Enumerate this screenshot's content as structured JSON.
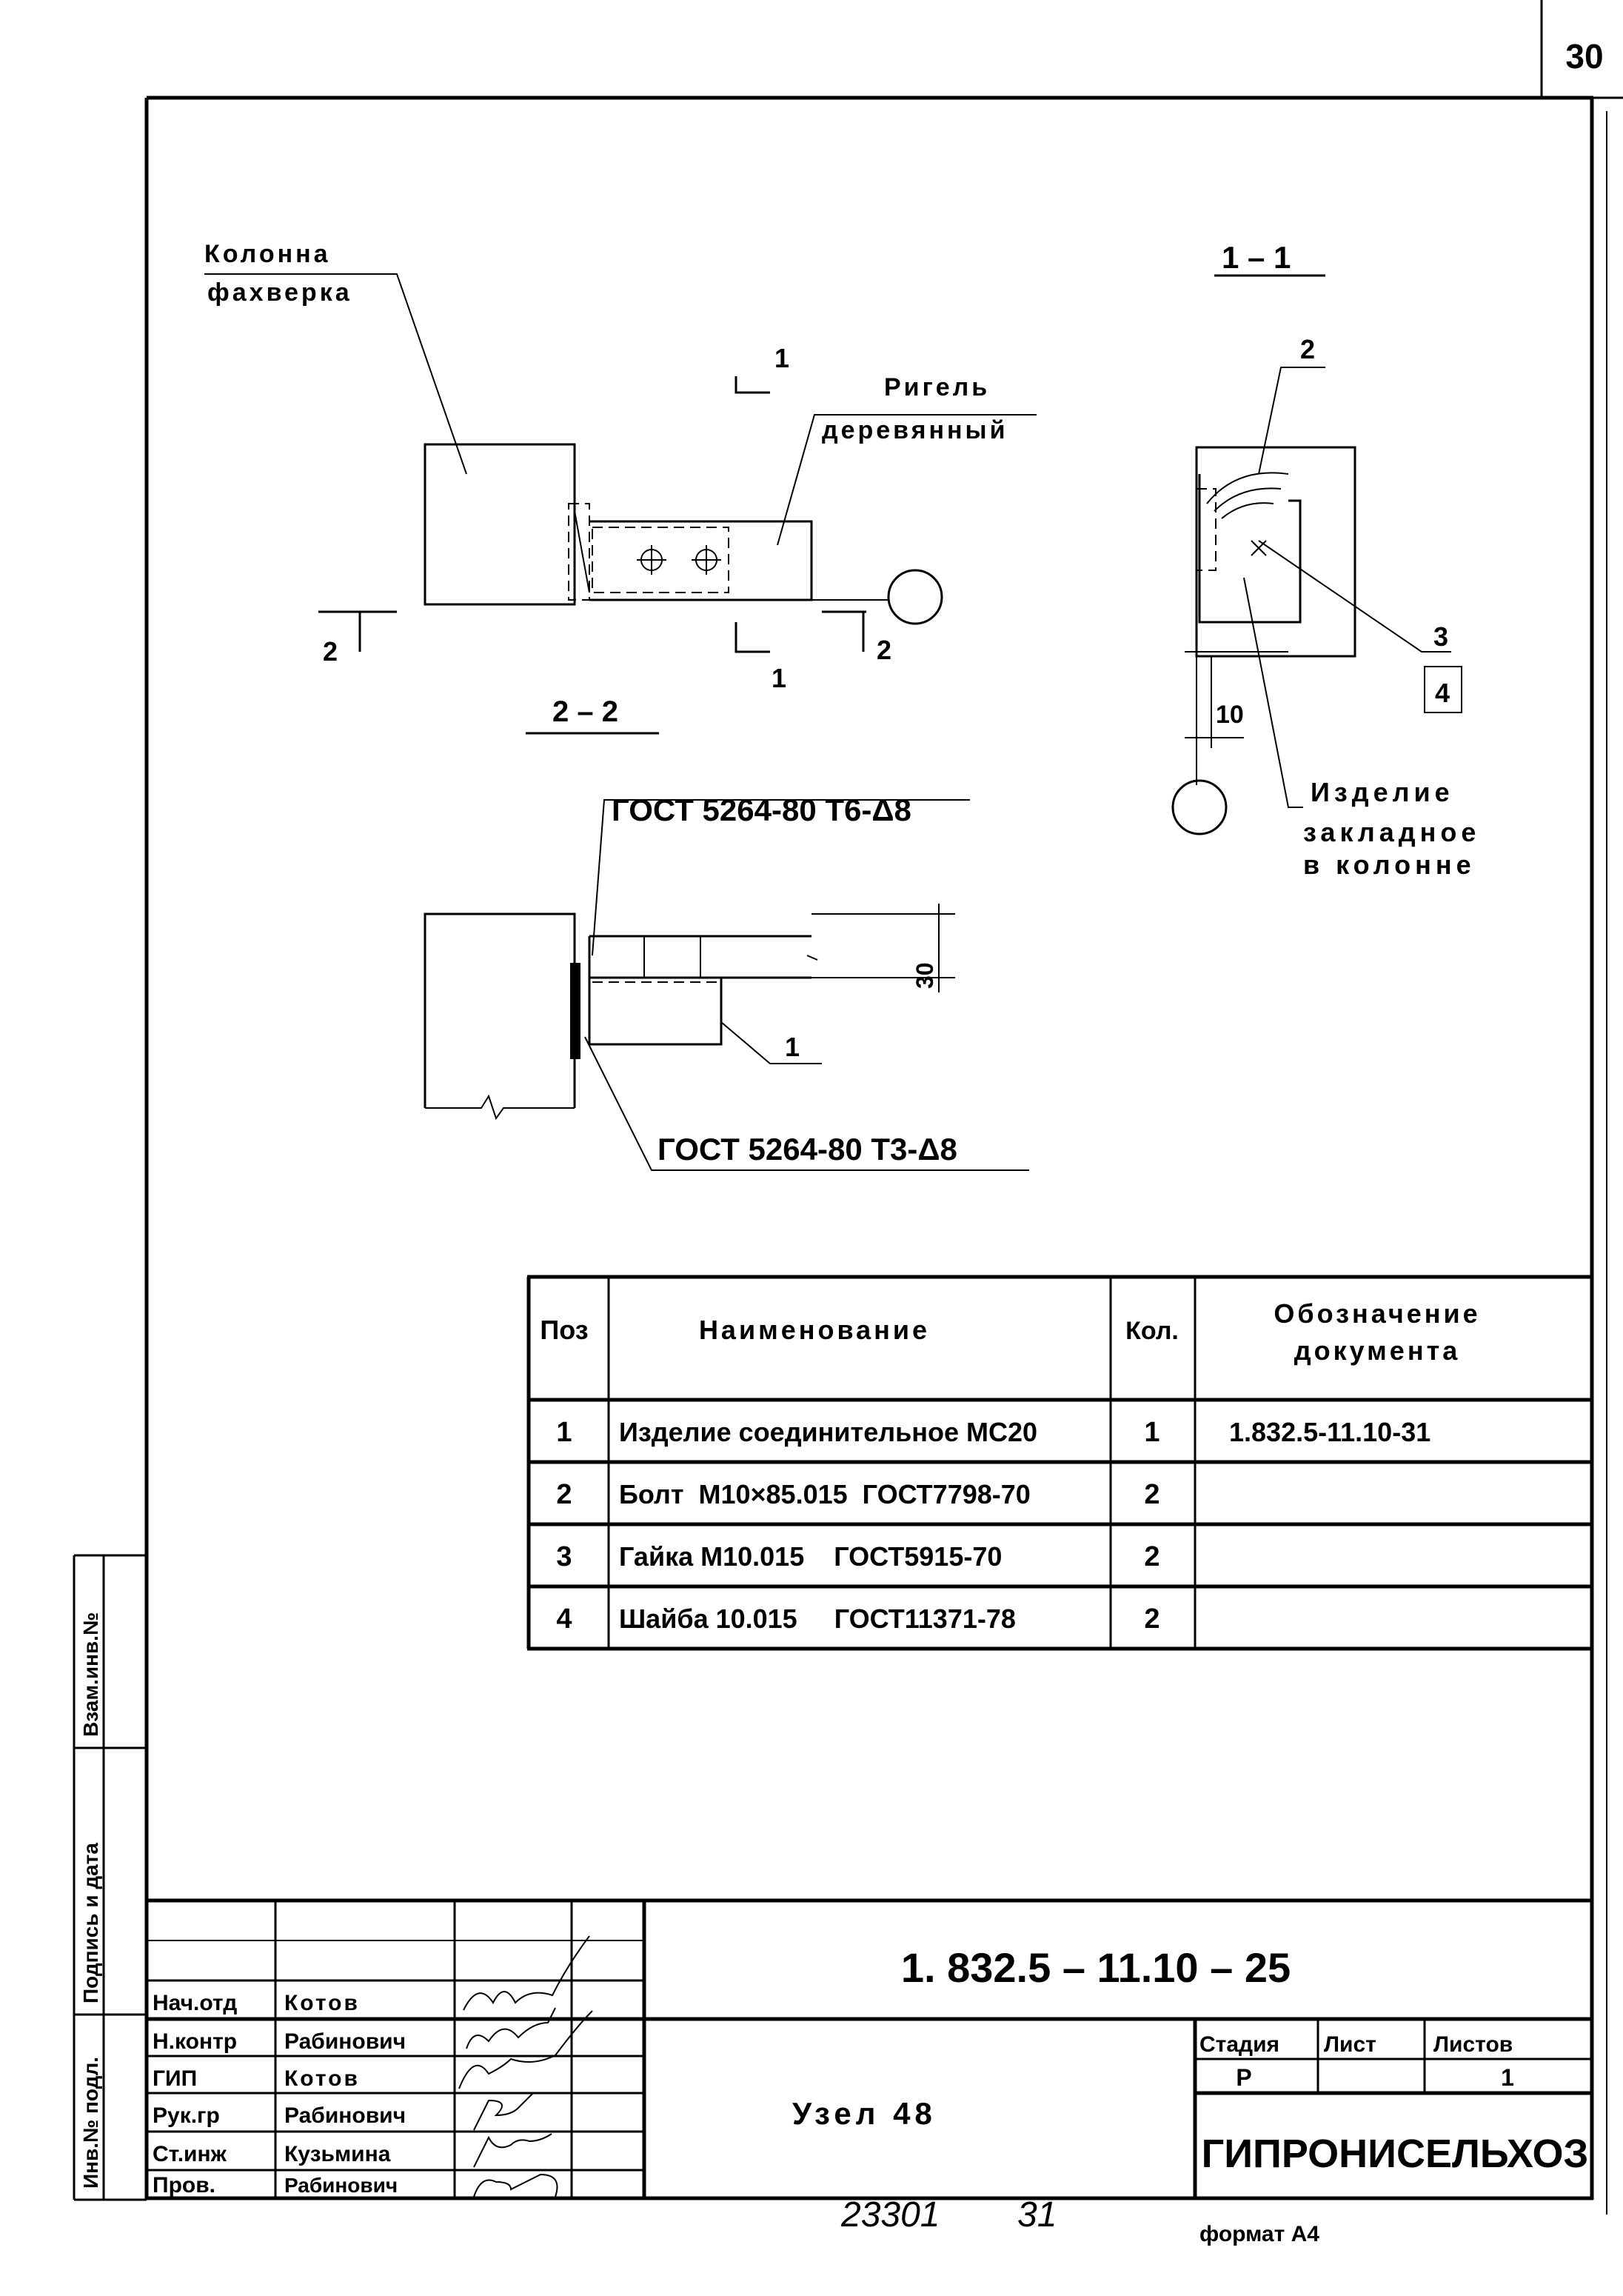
{
  "sheet_number": "30",
  "drawing": {
    "column_label_1": "Колонна",
    "column_label_2": "фахверка",
    "beam_label_1": "Ригель",
    "beam_label_2": "деревянный",
    "section_1_mark": "1",
    "section_2_mark": "2",
    "section_1_title": "1 – 1",
    "section_2_title": "2 – 2",
    "weld_top": "ГОСТ 5264-80  Т6-Δ8",
    "weld_bottom": "ГОСТ 5264-80  Т3-Δ8",
    "dim_30": "30",
    "dim_10": "10",
    "pos_1": "1",
    "pos_2": "2",
    "pos_3": "3",
    "pos_4": "4",
    "embedded_label_1": "Изделие",
    "embedded_label_2": "закладное",
    "embedded_label_3": "в колонне"
  },
  "spec_table": {
    "headers": [
      "Поз",
      "Наименование",
      "Кол.",
      "Обозначение",
      "документа"
    ],
    "rows": [
      {
        "pos": "1",
        "name": "Изделие соединительное МС20",
        "qty": "1",
        "doc": "1.832.5-11.10-31"
      },
      {
        "pos": "2",
        "name": "Болт  М10×85.015  ГОСТ7798-70",
        "qty": "2",
        "doc": ""
      },
      {
        "pos": "3",
        "name": "Гайка М10.015    ГОСТ5915-70",
        "qty": "2",
        "doc": ""
      },
      {
        "pos": "4",
        "name": "Шайба 10.015     ГОСТ11371-78",
        "qty": "2",
        "doc": ""
      }
    ]
  },
  "side_stamp": {
    "inv_orig": "Инв.№ подл.",
    "sign_date": "Подпись и дата",
    "replace_inv": "Взам.инв.№"
  },
  "title_block": {
    "doc_code": "1. 832.5 – 11.10 – 25",
    "roles": [
      {
        "role": "Нач.отд",
        "name": "Котов"
      },
      {
        "role": "Н.контр",
        "name": "Рабинович"
      },
      {
        "role": "ГИП",
        "name": "Котов"
      },
      {
        "role": "Рук.гр",
        "name": "Рабинович"
      },
      {
        "role": "Ст.инж",
        "name": "Кузьмина"
      },
      {
        "role": "Пров.",
        "name": "Рабинович"
      }
    ],
    "sheet_title": "Узел 48",
    "stage_label": "Стадия",
    "sheet_label": "Лист",
    "sheets_label": "Листов",
    "stage": "Р",
    "sheet": "",
    "sheets": "1",
    "organization": "ГИПРОНИСЕЛЬХОЗ"
  },
  "footer": {
    "handwritten_1": "23301",
    "handwritten_2": "31",
    "format": "формат А4"
  }
}
